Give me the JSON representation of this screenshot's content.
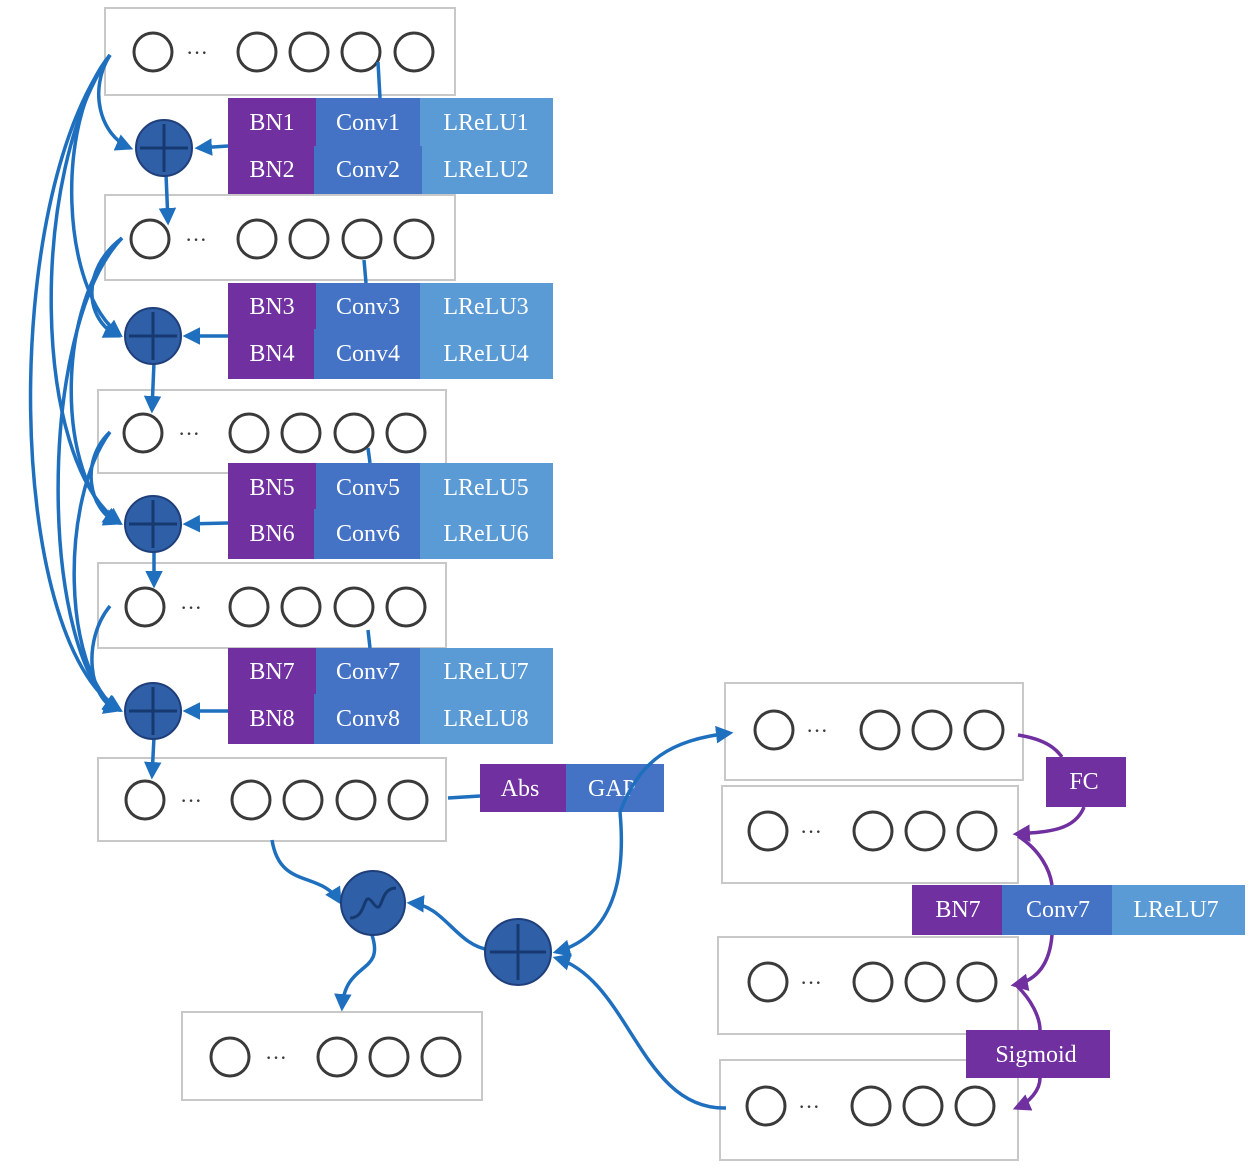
{
  "labels": {
    "bn1": "BN1",
    "conv1": "Conv1",
    "lrelu1": "LReLU1",
    "bn2": "BN2",
    "conv2": "Conv2",
    "lrelu2": "LReLU2",
    "bn3": "BN3",
    "conv3": "Conv3",
    "lrelu3": "LReLU3",
    "bn4": "BN4",
    "conv4": "Conv4",
    "lrelu4": "LReLU4",
    "bn5": "BN5",
    "conv5": "Conv5",
    "lrelu5": "LReLU5",
    "bn6": "BN6",
    "conv6": "Conv6",
    "lrelu6": "LReLU6",
    "bn7": "BN7",
    "conv7": "Conv7",
    "lrelu7": "LReLU7",
    "bn8": "BN8",
    "conv8": "Conv8",
    "lrelu8": "LReLU8",
    "abs": "Abs",
    "gap": "GAP",
    "fc": "FC",
    "right_bn": "BN7",
    "right_conv": "Conv7",
    "right_lrelu": "LReLU7",
    "sigmoid": "Sigmoid",
    "ellipsis": "···"
  },
  "colors": {
    "bn": "#7030a0",
    "conv": "#4472c4",
    "lrelu": "#5b9bd5",
    "edge_blue": "#1f6fbf",
    "edge_purple": "#7030a0",
    "op_node": "#2f5fa7"
  },
  "icons": {
    "add": "plus-circle-icon",
    "activation": "sigmoid-curve-icon"
  }
}
